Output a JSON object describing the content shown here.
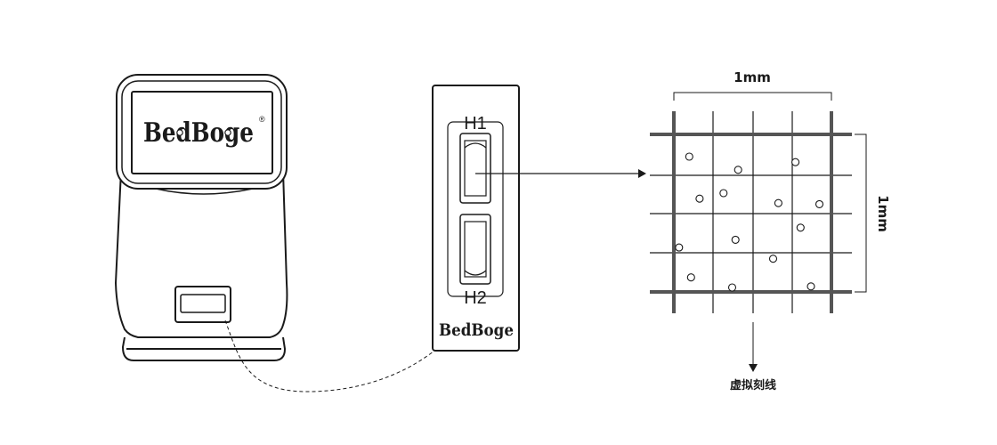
{
  "device": {
    "brand": "BedBoge",
    "registered_mark": "®"
  },
  "slide": {
    "chamber_top": "H1",
    "chamber_bottom": "H2",
    "brand": "BedBoge"
  },
  "grid": {
    "width_label": "1mm",
    "height_label": "1mm",
    "caption": "虚拟刻线",
    "dots": [
      [
        0.098,
        0.141
      ],
      [
        0.408,
        0.225
      ],
      [
        0.772,
        0.176
      ],
      [
        0.163,
        0.408
      ],
      [
        0.315,
        0.373
      ],
      [
        0.663,
        0.436
      ],
      [
        0.924,
        0.443
      ],
      [
        0.033,
        0.718
      ],
      [
        0.391,
        0.669
      ],
      [
        0.804,
        0.592
      ],
      [
        0.63,
        0.789
      ],
      [
        0.109,
        0.908
      ],
      [
        0.37,
        0.972
      ],
      [
        0.87,
        0.965
      ]
    ]
  }
}
